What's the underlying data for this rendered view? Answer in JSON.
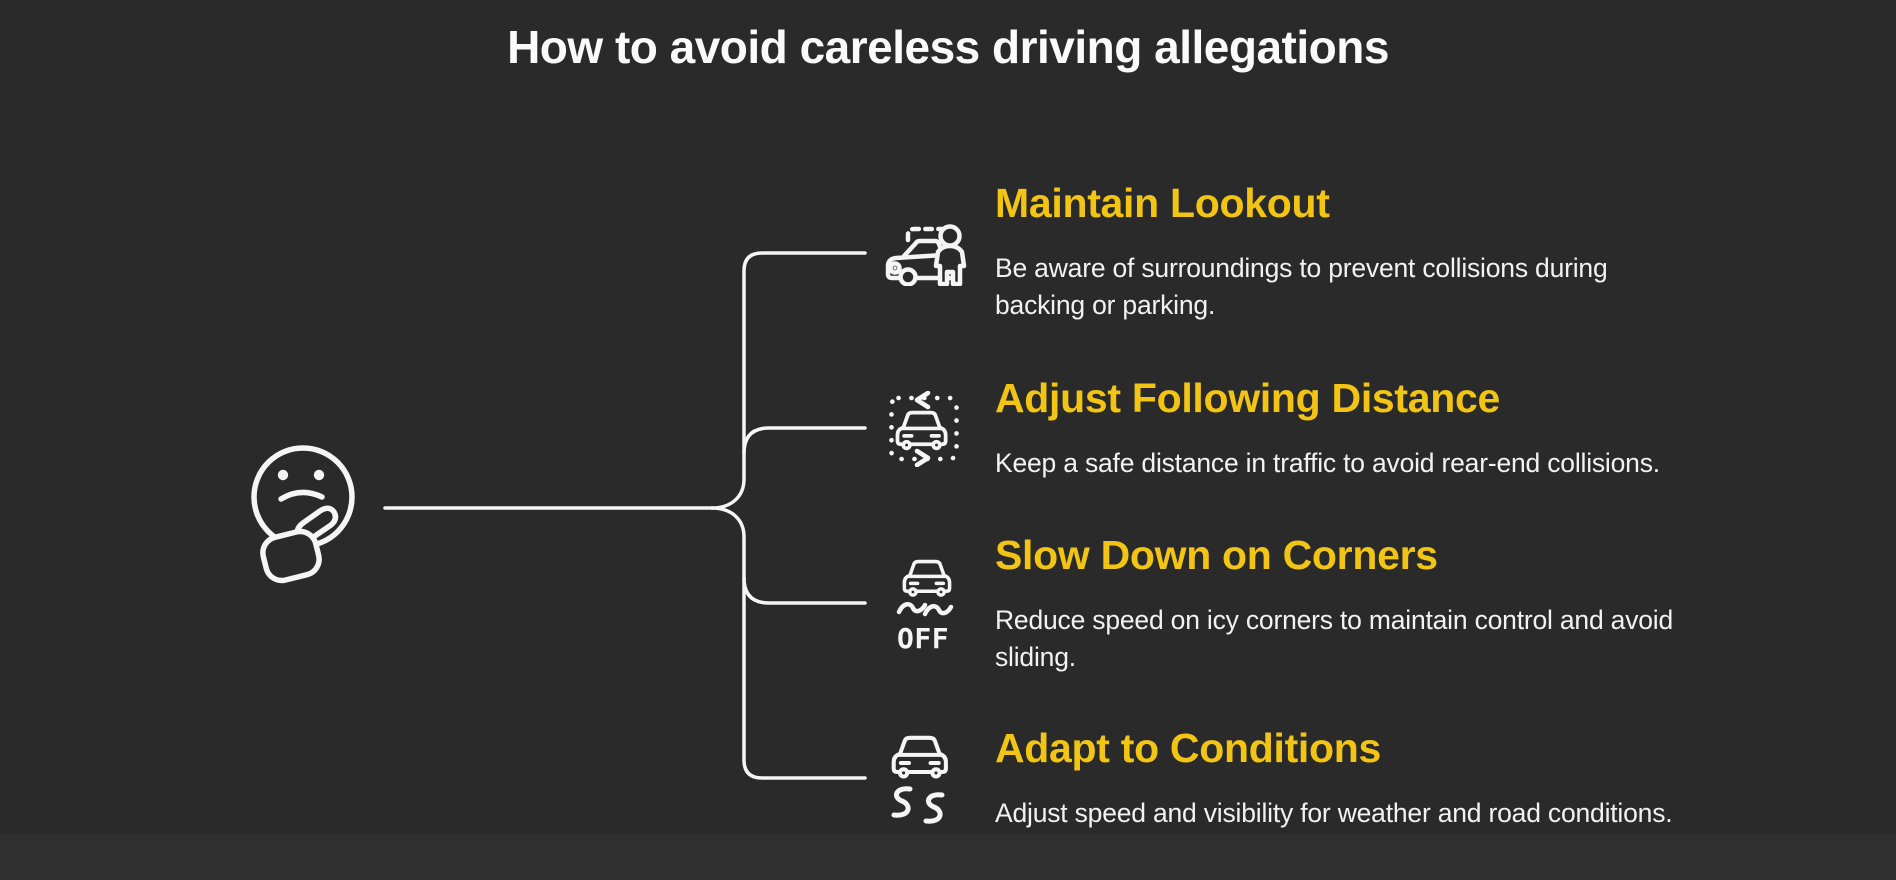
{
  "title": "How to avoid careless driving allegations",
  "colors": {
    "background": "#2A2A2B",
    "accent_yellow": "#F2C413",
    "text_light": "#F2F2F2",
    "line_stroke": "#F5F5F5",
    "footer_strip": "#2F2F30"
  },
  "root": {
    "icon": "thinking-face-icon"
  },
  "items": [
    {
      "icon": "car-pedestrian-lookout-icon",
      "title": "Maintain Lookout",
      "body": "Be aware of surroundings to prevent collisions during\nbacking or parking."
    },
    {
      "icon": "car-following-distance-icon",
      "title": "Adjust Following Distance",
      "body": "Keep a safe distance in traffic to avoid rear-end collisions."
    },
    {
      "icon": "traction-control-off-icon",
      "title": "Slow Down on Corners",
      "body": "Reduce speed on icy corners to maintain control and avoid\nsliding.",
      "icon_text": "OFF"
    },
    {
      "icon": "slippery-road-icon",
      "title": "Adapt to Conditions",
      "body": "Adjust speed and visibility for weather and road conditions."
    }
  ]
}
